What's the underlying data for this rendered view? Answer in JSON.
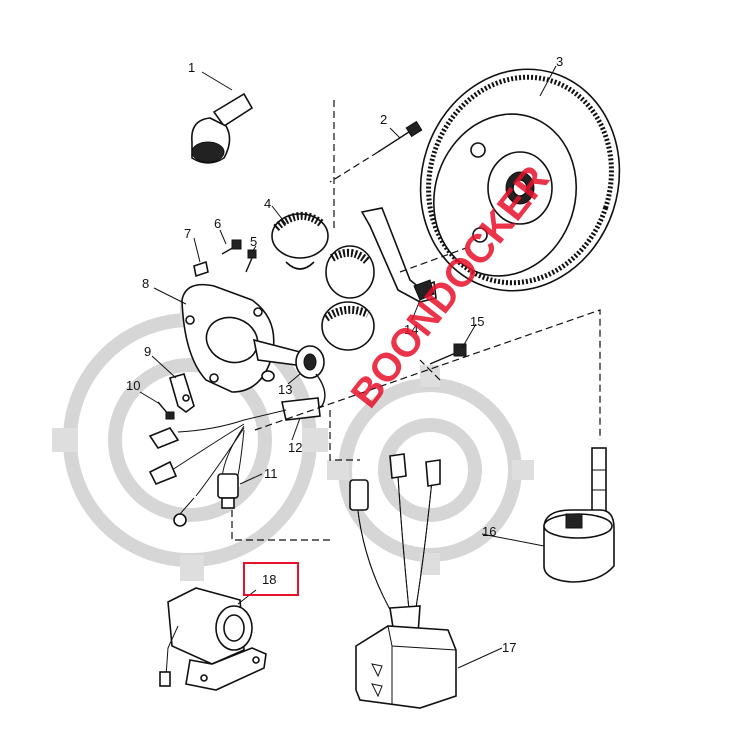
{
  "diagram": {
    "watermark_text": "BOONDOCKER",
    "highlighted_part": "18",
    "callouts": [
      "1",
      "2",
      "3",
      "4",
      "5",
      "6",
      "7",
      "8",
      "9",
      "10",
      "11",
      "12",
      "13",
      "14",
      "15",
      "16",
      "17",
      "18"
    ],
    "colors": {
      "line": "#111111",
      "watermark": "#e8102a",
      "highlight_box": "#e8102a",
      "gear_watermark": "#d4d4d4"
    }
  }
}
